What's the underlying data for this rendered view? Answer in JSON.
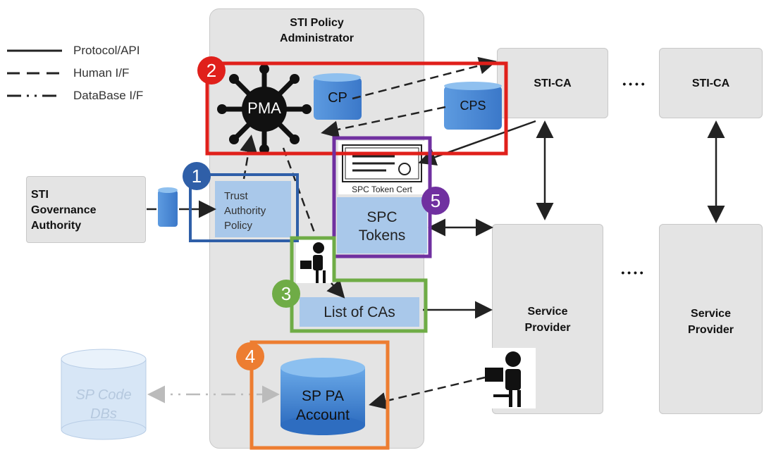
{
  "legend": {
    "protocol": "Protocol/API",
    "human": "Human I/F",
    "database": "DataBase I/F"
  },
  "policy_admin": {
    "title_line1": "STI Policy",
    "title_line2": "Administrator"
  },
  "sti_ca_1": "STI-CA",
  "sti_ca_2": "STI-CA",
  "governance": {
    "line1": "STI",
    "line2": "Governance",
    "line3": "Authority"
  },
  "pma": "PMA",
  "cp": "CP",
  "cps": "CPS",
  "trust_policy": {
    "line1": "Trust",
    "line2": "Authority",
    "line3": "Policy"
  },
  "spc_cert_label": "SPC Token Cert",
  "spc_tokens": {
    "line1": "SPC",
    "line2": "Tokens"
  },
  "list_of_cas": "List of CAs",
  "sp_pa_account": {
    "line1": "SP PA",
    "line2": "Account"
  },
  "sp_code_dbs": {
    "line1": "SP Code",
    "line2": "DBs"
  },
  "service_provider_1": {
    "line1": "Service",
    "line2": "Provider"
  },
  "service_provider_2": {
    "line1": "Service",
    "line2": "Provider"
  },
  "ellipsis_top": "• • • •",
  "ellipsis_mid": "• • • •",
  "badges": {
    "b1": "1",
    "b2": "2",
    "b3": "3",
    "b4": "4",
    "b5": "5"
  },
  "colors": {
    "badge1": "#2f5fa8",
    "badge2": "#e0201b",
    "badge3": "#6fac46",
    "badge4": "#ed7d31",
    "badge5": "#7030a0",
    "box_fill": "#e4e4e4",
    "blue_fill": "#a9c8ea"
  }
}
